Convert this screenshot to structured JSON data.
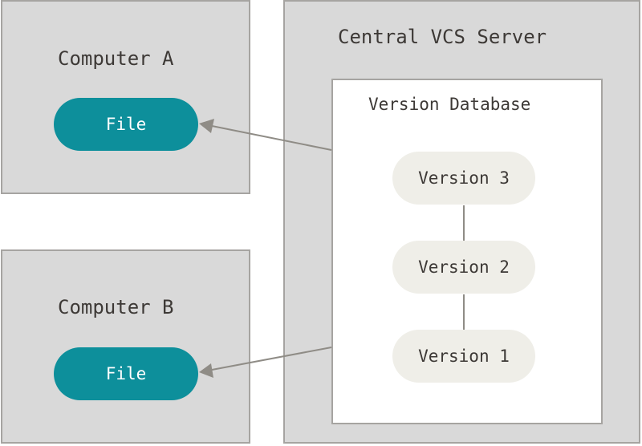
{
  "computers": [
    {
      "title": "Computer A",
      "file_label": "File"
    },
    {
      "title": "Computer B",
      "file_label": "File"
    }
  ],
  "server": {
    "title": "Central VCS Server",
    "database": {
      "title": "Version Database",
      "versions": [
        "Version 3",
        "Version 2",
        "Version 1"
      ]
    }
  },
  "colors": {
    "box_fill": "#d9d9d9",
    "box_border": "#a6a4a1",
    "file_pill": "#0d8f9b",
    "version_pill": "#efeee8",
    "text": "#3d3936",
    "arrow": "#8f8c86"
  }
}
